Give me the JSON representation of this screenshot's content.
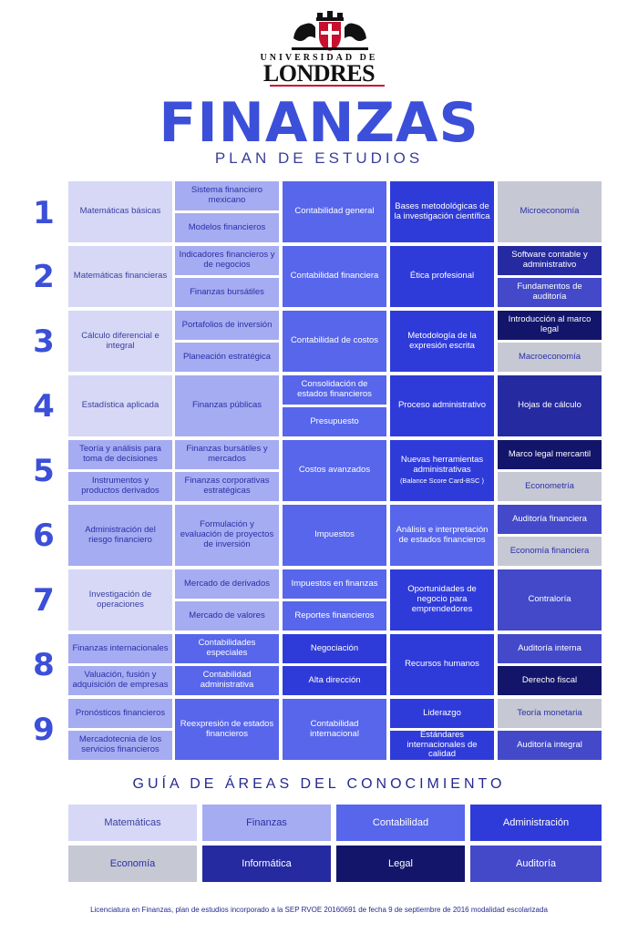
{
  "header": {
    "university_line1": "UNIVERSIDAD DE",
    "university_line2": "LONDRES",
    "title": "FINANZAS",
    "subtitle": "PLAN DE ESTUDIOS"
  },
  "colors": {
    "matematicas": "#d6d8f6",
    "finanzas": "#a6acf1",
    "contabilidad": "#5766ea",
    "administracion": "#2f3bd9",
    "economia": "#c6c8d4",
    "informatica": "#252aa0",
    "legal": "#12156a",
    "auditoria": "#4349c9"
  },
  "semesters": [
    "1",
    "2",
    "3",
    "4",
    "5",
    "6",
    "7",
    "8",
    "9"
  ],
  "courses": {
    "s1_c1": "Matemáticas básicas",
    "s1_c2a": "Sistema financiero mexicano",
    "s1_c2b": "Modelos financieros",
    "s1_c3": "Contabilidad general",
    "s1_c4": "Bases metodológicas de la investigación científica",
    "s1_c5": "Microeconomía",
    "s2_c1": "Matemáticas financieras",
    "s2_c2a": "Indicadores financieros y de negocios",
    "s2_c2b": "Finanzas bursátiles",
    "s2_c3": "Contabilidad financiera",
    "s2_c4": "Ética profesional",
    "s2_c5a": "Software contable y administrativo",
    "s2_c5b": "Fundamentos de auditoría",
    "s3_c1": "Cálculo diferencial e integral",
    "s3_c2a": "Portafolios de inversión",
    "s3_c2b": "Planeación estratégica",
    "s3_c3": "Contabilidad de costos",
    "s3_c4": "Metodología de la expresión escrita",
    "s3_c5a": "Introducción al marco legal",
    "s3_c5b": "Macroeconomía",
    "s4_c1": "Estadística aplicada",
    "s4_c2": "Finanzas públicas",
    "s4_c3a": "Consolidación de estados financieros",
    "s4_c3b": "Presupuesto",
    "s4_c4": "Proceso administrativo",
    "s4_c5": "Hojas de cálculo",
    "s5_c1a": "Teoría y análisis para toma de decisiones",
    "s5_c1b": "Instrumentos y productos derivados",
    "s5_c2a": "Finanzas bursátiles y mercados",
    "s5_c2b": "Finanzas corporativas estratégicas",
    "s5_c3": "Costos avanzados",
    "s5_c4": "Nuevas herramientas administrativas",
    "s5_c4_note": "(Balance Score Card-BSC )",
    "s5_c5a": "Marco legal mercantil",
    "s5_c5b": "Econometría",
    "s6_c1": "Administración del riesgo financiero",
    "s6_c2": "Formulación y evaluación de proyectos de inversión",
    "s6_c3": "Impuestos",
    "s6_c4": "Análisis e interpretación de estados financieros",
    "s6_c5a": "Auditoría financiera",
    "s6_c5b": "Economía financiera",
    "s7_c1": "Investigación de operaciones",
    "s7_c2a": "Mercado de derivados",
    "s7_c2b": "Mercado de valores",
    "s7_c3a": "Impuestos en finanzas",
    "s7_c3b": "Reportes financieros",
    "s7_c4": "Oportunidades de negocio para emprendedores",
    "s7_c5": "Contraloría",
    "s8_c1a": "Finanzas internacionales",
    "s8_c1b": "Valuación, fusión y adquisición de empresas",
    "s8_c2a": "Contabilidades especiales",
    "s8_c2b": "Contabilidad administrativa",
    "s8_c3a": "Negociación",
    "s8_c3b": "Alta dirección",
    "s8_c4": "Recursos humanos",
    "s8_c5a": "Auditoría interna",
    "s8_c5b": "Derecho fiscal",
    "s9_c1a": "Pronósticos financieros",
    "s9_c1b": "Mercadotecnia de los servicios financieros",
    "s9_c2": "Reexpresión de estados financieros",
    "s9_c3": "Contabilidad internacional",
    "s9_c4a": "Liderazgo",
    "s9_c4b": "Estándares internacionales de calidad",
    "s9_c5a": "Teoría monetaria",
    "s9_c5b": "Auditoría integral"
  },
  "guide": {
    "title": "GUÍA DE ÁREAS DEL CONOCIMIENTO",
    "areas": [
      "Matemáticas",
      "Finanzas",
      "Contabilidad",
      "Administración",
      "Economía",
      "Informática",
      "Legal",
      "Auditoría"
    ]
  },
  "footer": "Licenciatura en Finanzas, plan de estudios incorporado a la SEP RVOE 20160691 de fecha 9 de septiembre de 2016 modalidad escolarizada"
}
